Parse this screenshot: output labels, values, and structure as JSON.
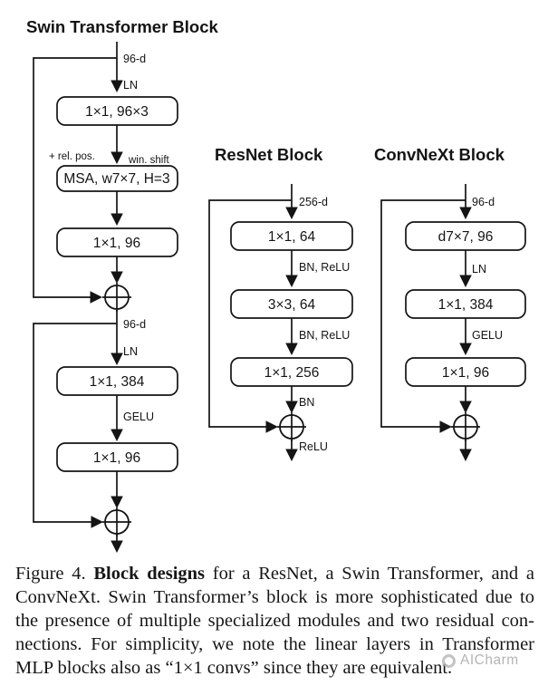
{
  "page": {
    "background": "#ffffff",
    "ink": "#141414"
  },
  "swin": {
    "title": "Swin Transformer Block",
    "input_dim_label": "96-d",
    "norm1_label": "LN",
    "rel_pos_label": "+ rel. pos.",
    "win_shift_label": "win. shift",
    "boxes": [
      "1×1, 96×3",
      "MSA, w7×7, H=3",
      "1×1, 96",
      "1×1, 384",
      "1×1, 96"
    ],
    "mid_dim_label": "96-d",
    "norm2_label": "LN",
    "act_label": "GELU"
  },
  "resnet": {
    "title": "ResNet Block",
    "input_dim_label": "256-d",
    "boxes": [
      "1×1, 64",
      "3×3, 64",
      "1×1, 256"
    ],
    "edge_labels": [
      "BN, ReLU",
      "BN, ReLU",
      "BN"
    ],
    "output_label": "ReLU"
  },
  "convnext": {
    "title": "ConvNeXt Block",
    "input_dim_label": "96-d",
    "boxes": [
      "d7×7, 96",
      "1×1, 384",
      "1×1, 96"
    ],
    "edge_labels": [
      "LN",
      "GELU"
    ]
  },
  "caption": {
    "figure_label": "Figure 4. ",
    "bold_lead": "Block designs",
    "line1_rest": " for a ResNet, a Swin Transformer, and a",
    "line2": "ConvNeXt. Swin Transformer’s block is more sophisticated due to",
    "line3": "the presence of multiple specialized modules and two residual con-",
    "line4": "nections. For simplicity, we note the linear layers in Transformer",
    "line5": "MLP blocks also as “1×1 convs” since they are equivalent."
  },
  "watermark": {
    "label": "AICharm",
    "logo_icon": "aperture-flower-icon",
    "color": "#a8a8a8"
  }
}
